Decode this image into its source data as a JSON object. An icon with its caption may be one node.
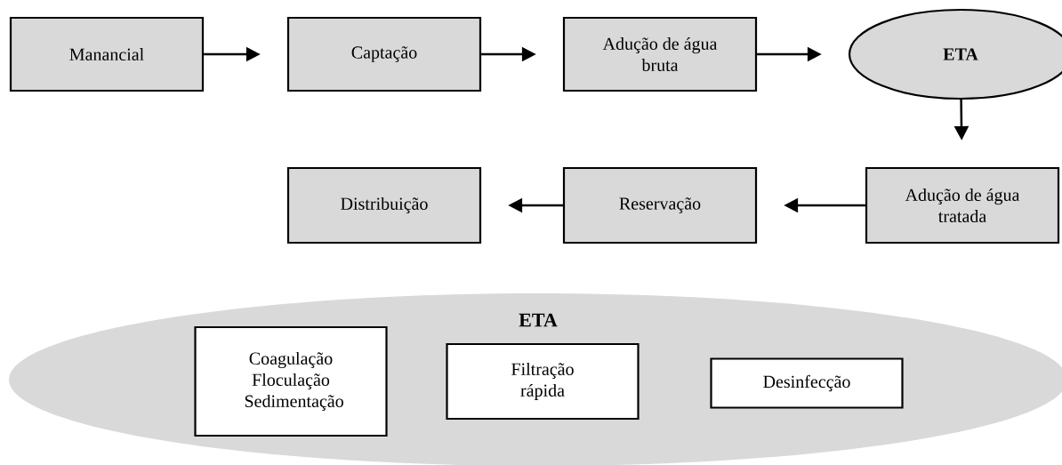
{
  "diagram": {
    "nodes": [
      {
        "text": [
          "Manancial"
        ]
      },
      {
        "text": [
          "Captação"
        ]
      },
      {
        "text": [
          "Adução de água bruta"
        ]
      },
      {
        "text": [
          "ETA"
        ]
      },
      {
        "text": [
          "Adução de água tratada"
        ]
      },
      {
        "text": [
          "Reservação"
        ]
      },
      {
        "text": [
          "Distribuição"
        ]
      },
      {
        "text": [
          "ETA"
        ]
      },
      {
        "text": [
          "Coagulação Floculação Sedimentação"
        ],
        "in": 7
      },
      {
        "text": [
          "Filtração rápida"
        ],
        "in": 7
      },
      {
        "text": [
          "Desinfecção"
        ],
        "in": 7
      }
    ],
    "edges": [
      {
        "from": 0,
        "to": 1,
        "arrow": "to"
      },
      {
        "from": 1,
        "to": 2,
        "arrow": "to"
      },
      {
        "from": 2,
        "to": 3,
        "arrow": "to"
      },
      {
        "from": 3,
        "to": 4,
        "arrow": "to"
      },
      {
        "from": 4,
        "to": 5,
        "arrow": "to"
      },
      {
        "from": 5,
        "to": 6,
        "arrow": "to"
      }
    ]
  }
}
